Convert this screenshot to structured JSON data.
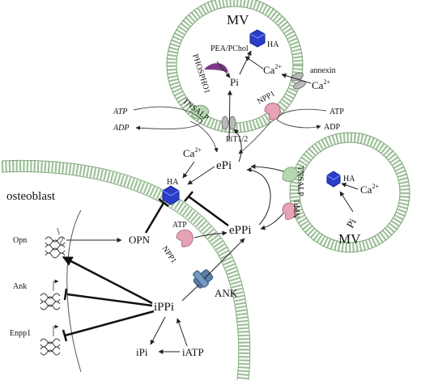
{
  "mv_top": {
    "title": "MV",
    "ha": "HA",
    "pea_pchol": "PEA/PChol",
    "phospho1": "PHOSPHO1",
    "pi": "Pi",
    "ca": "Ca",
    "ca_sup": "2+",
    "ca_out": "Ca",
    "ca_out_sup": "2+",
    "annexin": "annexin",
    "tnsalp": "TNSALP",
    "npp1": "NPP1",
    "pit": "PiT1/2"
  },
  "mv_right": {
    "title": "MV",
    "ha": "HA",
    "ca": "Ca",
    "ca_sup": "2+",
    "pi": "Pi",
    "tnsalp": "TNSALP",
    "npp1": "NPP1"
  },
  "extracellular": {
    "atp_left": "ATP",
    "adp_left": "ADP",
    "atp_right": "ATP",
    "adp_right": "ADP",
    "ca": "Ca",
    "ca_sup": "2+",
    "epi": "ePi",
    "eppi": "ePPi",
    "ha": "HA",
    "opn": "OPN",
    "atp_npp1": "ATP",
    "npp1": "NPP1",
    "ank": "ANK"
  },
  "cell": {
    "label": "osteoblast",
    "genes": [
      "Opn",
      "Ank",
      "Enpp1"
    ],
    "ippi": "iPPi",
    "ipi": "iPi",
    "iatp": "iATP"
  },
  "colors": {
    "membrane": "#9fc19a",
    "membrane_dark": "#6f9a6a",
    "ha": "#2b3ec9",
    "npp1": "#e8a2b6",
    "tnsalp": "#b5d8b0",
    "phospho1": "#7b3a86",
    "channel": "#b9b9b9",
    "ank": "#5a7fa8"
  }
}
